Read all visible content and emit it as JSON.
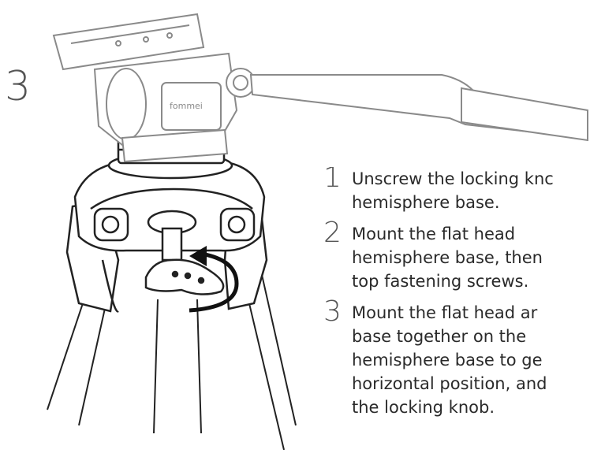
{
  "step_number": "3",
  "instructions": [
    {
      "num": "1",
      "lines": [
        "Unscrew the locking knc",
        "hemisphere base."
      ]
    },
    {
      "num": "2",
      "lines": [
        "Mount  the  flat  head",
        "hemisphere base, then",
        "top fastening screws."
      ]
    },
    {
      "num": "3",
      "lines": [
        "Mount the flat head ar",
        "base  together  on  the",
        "hemisphere base to ge",
        "horizontal position, and",
        "the locking knob."
      ]
    }
  ],
  "brand_text": "fommei",
  "colors": {
    "line": "#222222",
    "light_line": "#8a8a8a",
    "text": "#2a2a2a",
    "number": "#555555"
  }
}
